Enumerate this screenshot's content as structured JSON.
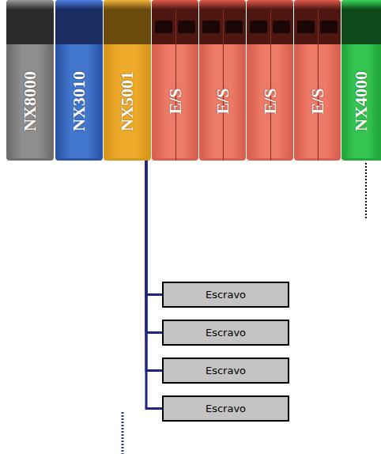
{
  "diagram": {
    "nodes": [
      {
        "text": [
          "NX8000"
        ]
      },
      {
        "text": [
          "NX3010"
        ]
      },
      {
        "text": [
          "NX5001"
        ]
      },
      {
        "text": [
          "E/S"
        ]
      },
      {
        "text": [
          "E/S"
        ]
      },
      {
        "text": [
          "E/S"
        ]
      },
      {
        "text": [
          "E/S"
        ]
      },
      {
        "text": [
          "NX4000"
        ]
      },
      {
        "text": [
          "Escravo"
        ]
      },
      {
        "text": [
          "Escravo"
        ]
      },
      {
        "text": [
          "Escravo"
        ]
      },
      {
        "text": [
          "Escravo"
        ]
      }
    ],
    "edges": [
      {
        "from": 2,
        "to": 8,
        "arrow": "none"
      },
      {
        "from": 2,
        "to": 9,
        "arrow": "none"
      },
      {
        "from": 2,
        "to": 10,
        "arrow": "none"
      },
      {
        "from": 2,
        "to": 11,
        "arrow": "none"
      }
    ]
  }
}
